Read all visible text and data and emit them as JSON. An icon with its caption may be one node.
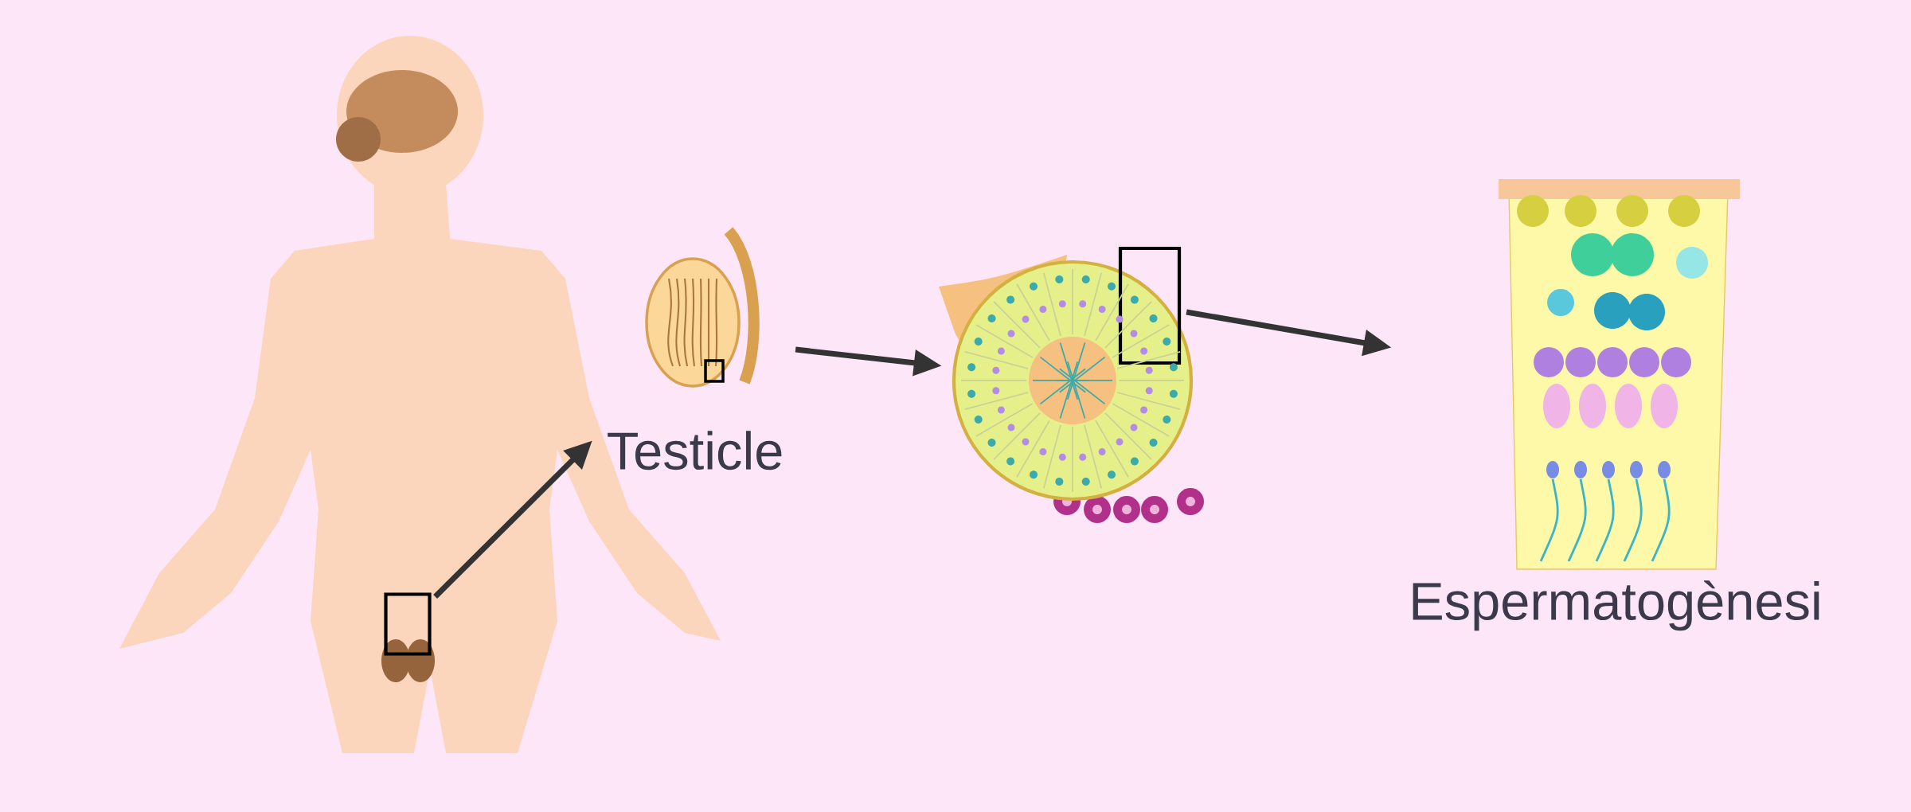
{
  "diagram": {
    "nodes": [
      {
        "text": [],
        "shape": "box"
      },
      {
        "text": [
          "Testicle"
        ]
      },
      {
        "text": [],
        "shape": "picture"
      },
      {
        "text": [],
        "shape": "box"
      },
      {
        "text": [
          "Espermatogènesi"
        ]
      }
    ],
    "edges": [
      {
        "from": 0,
        "to": 1,
        "arrow": "to"
      },
      {
        "from": 1,
        "to": 2,
        "arrow": "to"
      },
      {
        "from": 3,
        "to": 4,
        "arrow": "to"
      }
    ]
  }
}
